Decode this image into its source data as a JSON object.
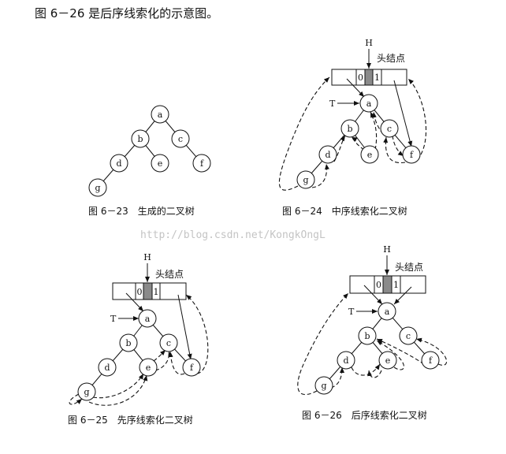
{
  "heading": "图 6－26 是后序线索化的示意图。",
  "watermark": "http://blog.csdn.net/KongkOngL",
  "figures": [
    {
      "id": "fig23",
      "caption": "图 6－23　生成的二叉树",
      "nodes": [
        "a",
        "b",
        "c",
        "d",
        "e",
        "f",
        "g"
      ]
    },
    {
      "id": "fig24",
      "caption": "图 6－24　中序线索化二叉树",
      "head_pointer": "H",
      "head_label": "头结点",
      "tag_left": "0",
      "tag_right": "1",
      "root_pointer": "T",
      "nodes": [
        "a",
        "b",
        "c",
        "d",
        "e",
        "f",
        "g"
      ]
    },
    {
      "id": "fig25",
      "caption": "图 6－25　先序线索化二叉树",
      "head_pointer": "H",
      "head_label": "头结点",
      "tag_left": "0",
      "tag_right": "1",
      "root_pointer": "T",
      "nodes": [
        "a",
        "b",
        "c",
        "d",
        "e",
        "f",
        "g"
      ]
    },
    {
      "id": "fig26",
      "caption": "图 6－26　后序线索化二叉树",
      "head_pointer": "H",
      "head_label": "头结点",
      "tag_left": "0",
      "tag_right": "1",
      "root_pointer": "T",
      "nodes": [
        "a",
        "b",
        "c",
        "d",
        "e",
        "f",
        "g"
      ]
    }
  ]
}
